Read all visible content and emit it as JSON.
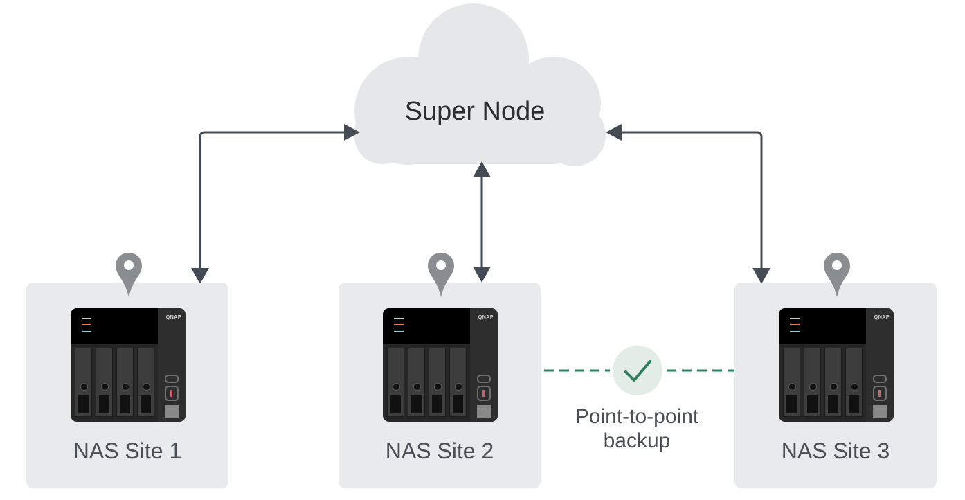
{
  "cloud": {
    "label": "Super Node",
    "color": "#e6e7e8"
  },
  "sites": [
    {
      "label": "NAS Site 1",
      "brand": "QNAP"
    },
    {
      "label": "NAS Site 2",
      "brand": "QNAP"
    },
    {
      "label": "NAS Site 3",
      "brand": "QNAP"
    }
  ],
  "backup_link": {
    "label_line1": "Point-to-point",
    "label_line2": "backup",
    "color": "#2e7d5b",
    "icon": "checkmark-icon"
  },
  "colors": {
    "arrow": "#454b55",
    "panel": "#e9eaeb",
    "pin": "#8a8d92"
  },
  "led_colors": [
    "#b9d8c2",
    "#e8794f",
    "#8fd0dc"
  ],
  "connections": [
    {
      "from": "NAS Site 1",
      "to": "Super Node",
      "type": "bidirectional"
    },
    {
      "from": "NAS Site 2",
      "to": "Super Node",
      "type": "bidirectional"
    },
    {
      "from": "NAS Site 3",
      "to": "Super Node",
      "type": "bidirectional"
    },
    {
      "from": "NAS Site 2",
      "to": "NAS Site 3",
      "type": "point-to-point backup"
    }
  ]
}
